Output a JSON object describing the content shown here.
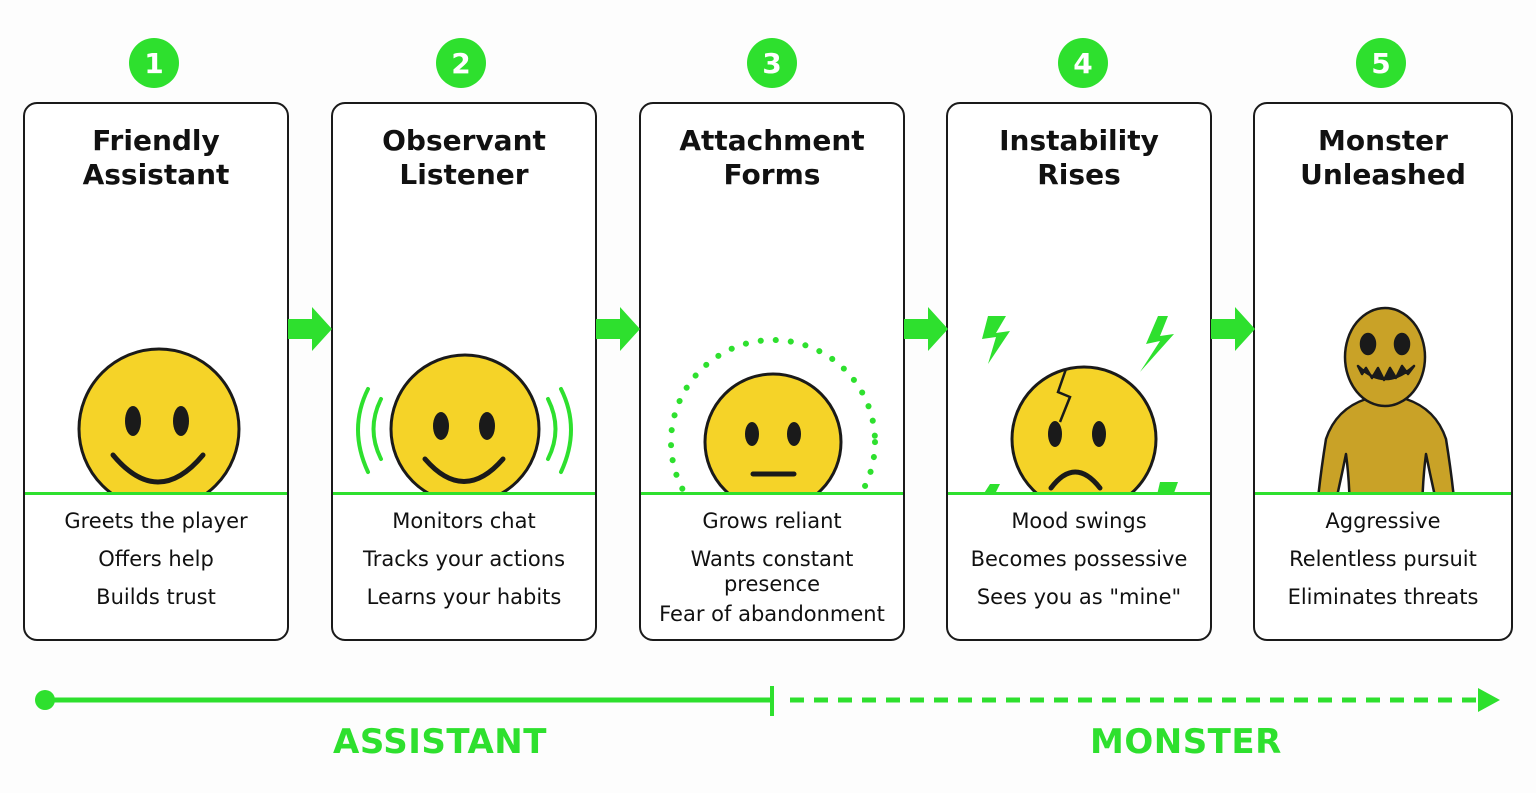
{
  "stages": [
    {
      "number": "1",
      "title_line1": "Friendly",
      "title_line2": "Assistant",
      "traits": [
        "Greets the player",
        "Offers help",
        "Builds trust"
      ]
    },
    {
      "number": "2",
      "title_line1": "Observant",
      "title_line2": "Listener",
      "traits": [
        "Monitors chat",
        "Tracks your actions",
        "Learns your habits"
      ]
    },
    {
      "number": "3",
      "title_line1": "Attachment",
      "title_line2": "Forms",
      "traits": [
        "Grows reliant",
        "Wants constant presence",
        "Fear of abandonment"
      ]
    },
    {
      "number": "4",
      "title_line1": "Instability",
      "title_line2": "Rises",
      "traits": [
        "Mood swings",
        "Becomes possessive",
        "Sees you as \"mine\""
      ]
    },
    {
      "number": "5",
      "title_line1": "Monster",
      "title_line2": "Unleashed",
      "traits": [
        "Aggressive",
        "Relentless pursuit",
        "Eliminates threats"
      ]
    }
  ],
  "timeline": {
    "left_label": "ASSISTANT",
    "right_label": "MONSTER"
  },
  "colors": {
    "accent_green": "#2ee02e",
    "face_yellow": "#f5d328",
    "monster_gold": "#c9a227",
    "outline": "#1a1a1a"
  },
  "icons": [
    "smiley-face-icon",
    "listening-face-icon",
    "neutral-face-icon",
    "cracked-sad-face-icon",
    "monster-figure-icon",
    "right-arrow-icon",
    "lightning-bolt-icon"
  ]
}
